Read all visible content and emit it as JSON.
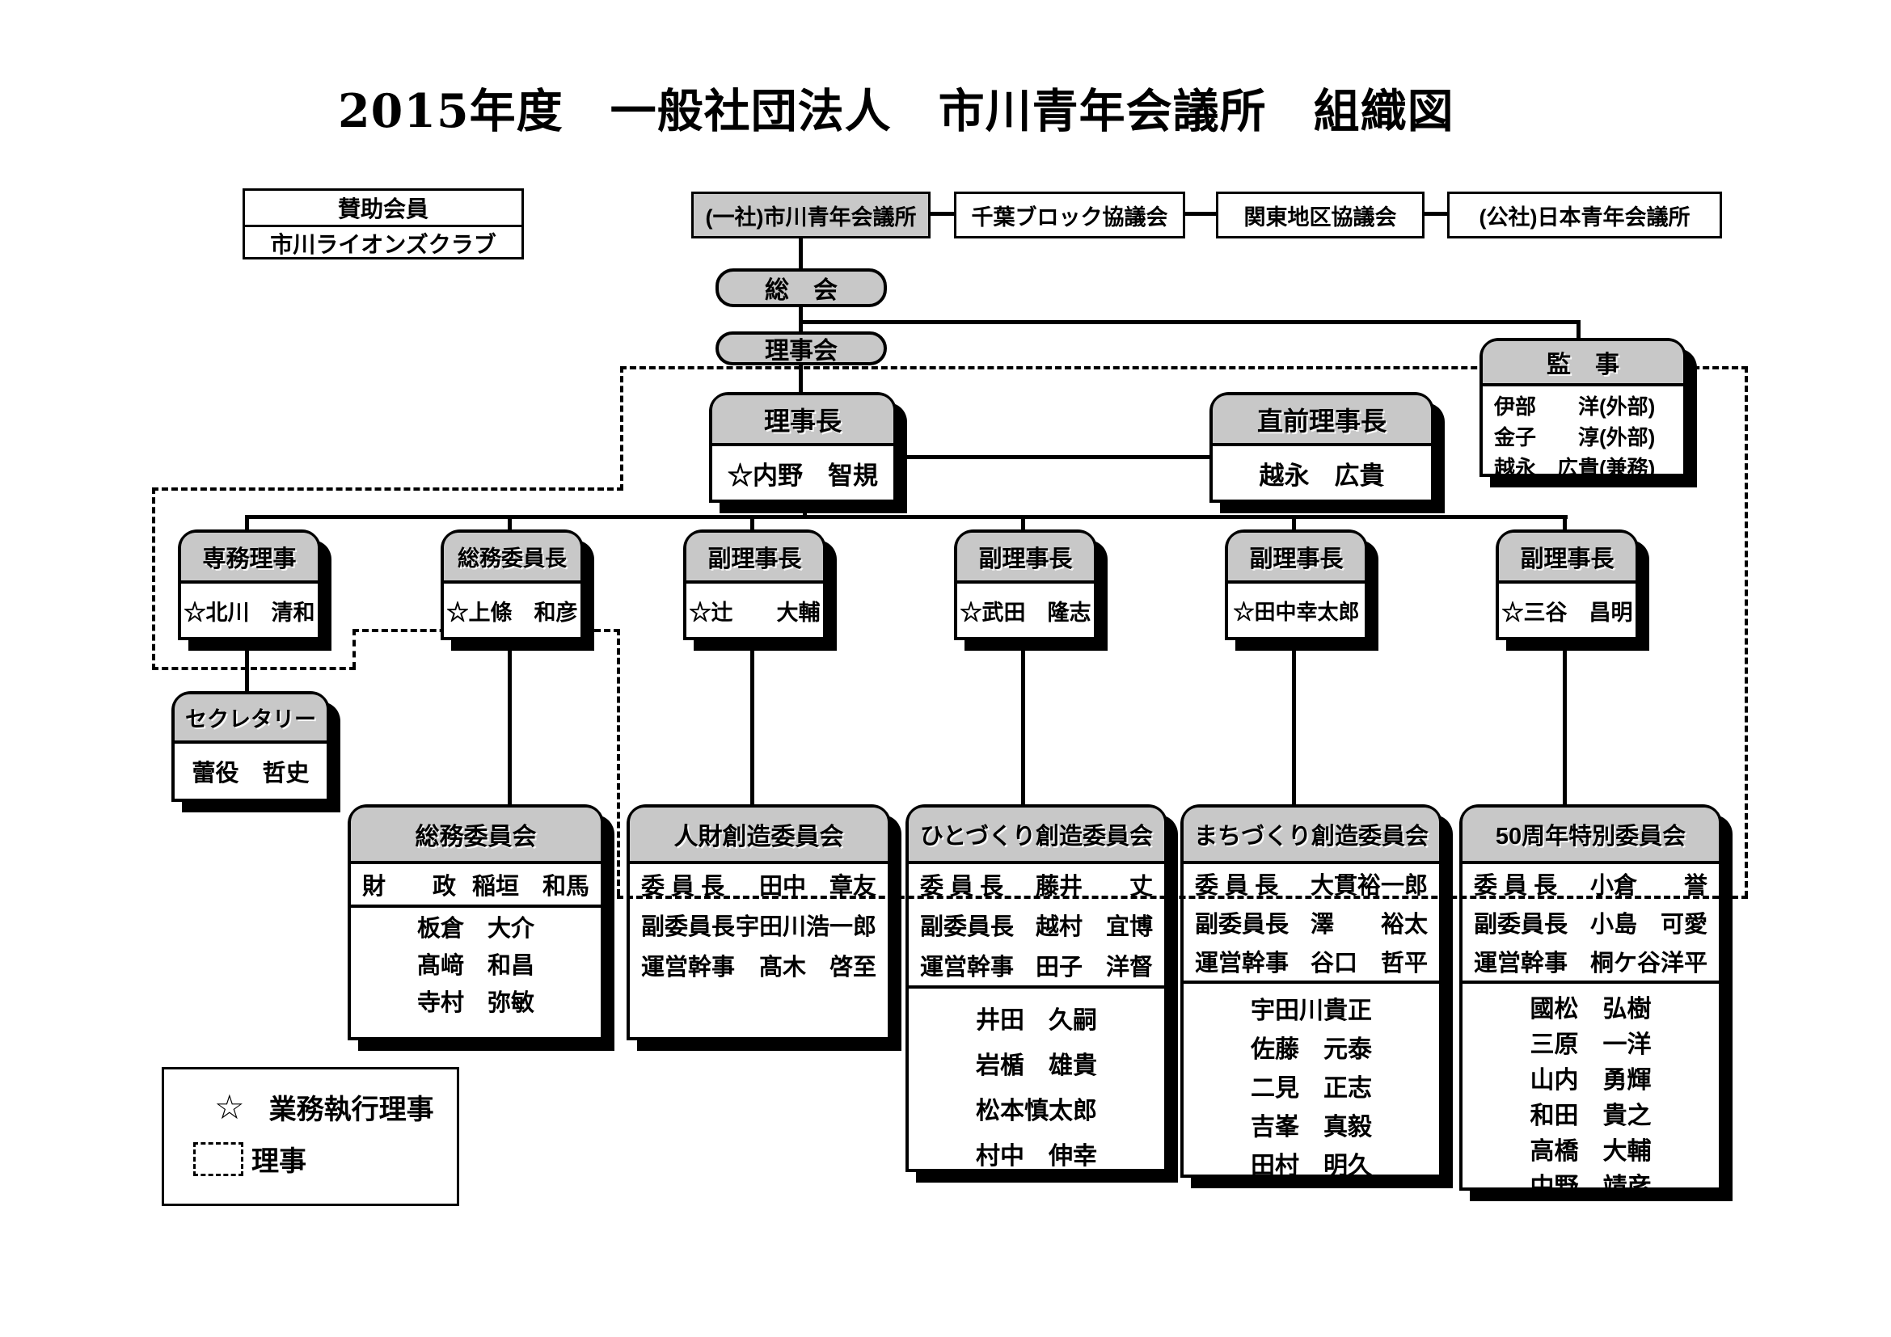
{
  "title": "2015年度　一般社団法人　市川青年会議所　組織図",
  "top": {
    "support": {
      "label": "賛助会員",
      "name": "市川ライオンズクラブ"
    },
    "jci_ichikawa": "(一社)市川青年会議所",
    "chiba_block": "千葉ブロック協議会",
    "kanto_district": "関東地区協議会",
    "jci_japan": "(公社)日本青年会議所"
  },
  "general_assembly": "総　会",
  "board": "理事会",
  "auditors": {
    "title": "監　事",
    "members": [
      "伊部　　洋(外部)",
      "金子　　淳(外部)",
      "越永　広貴(兼務)"
    ]
  },
  "president": {
    "title": "理事長",
    "name": "☆内野　智規"
  },
  "immediate_past_president": {
    "title": "直前理事長",
    "name": "越永　広貴"
  },
  "executives": [
    {
      "title": "専務理事",
      "name": "☆北川　清和"
    },
    {
      "title": "総務委員長",
      "name": "☆上條　和彦"
    },
    {
      "title": "副理事長",
      "name": "☆辻　　大輔"
    },
    {
      "title": "副理事長",
      "name": "☆武田　隆志"
    },
    {
      "title": "副理事長",
      "name": "☆田中幸太郎"
    },
    {
      "title": "副理事長",
      "name": "☆三谷　昌明"
    }
  ],
  "secretary": {
    "title": "セクレタリー",
    "name": "蕾役　哲史"
  },
  "committees": [
    {
      "title": "総務委員会",
      "rows": [
        {
          "role": "財　　政",
          "name": "稲垣　和馬"
        }
      ],
      "members": [
        "板倉　大介",
        "髙﨑　和昌",
        "寺村　弥敏"
      ]
    },
    {
      "title": "人財創造委員会",
      "rows": [
        {
          "role": "委 員 長",
          "name": "田中　章友"
        },
        {
          "role": "副委員長",
          "name": "宇田川浩一郎"
        },
        {
          "role": "運営幹事",
          "name": "髙木　啓至"
        }
      ],
      "members": []
    },
    {
      "title": "ひとづくり創造委員会",
      "rows": [
        {
          "role": "委 員 長",
          "name": "藤井　　丈"
        },
        {
          "role": "副委員長",
          "name": "越村　宜博"
        },
        {
          "role": "運営幹事",
          "name": "田子　洋督"
        }
      ],
      "members": [
        "井田　久嗣",
        "岩楯　雄貴",
        "松本慎太郎",
        "村中　伸幸"
      ]
    },
    {
      "title": "まちづくり創造委員会",
      "rows": [
        {
          "role": "委 員 長",
          "name": "大貫裕一郎"
        },
        {
          "role": "副委員長",
          "name": "澤　　裕太"
        },
        {
          "role": "運営幹事",
          "name": "谷口　哲平"
        }
      ],
      "members": [
        "宇田川貴正",
        "佐藤　元泰",
        "二見　正志",
        "吉峯　真毅",
        "田村　明久"
      ]
    },
    {
      "title": "50周年特別委員会",
      "rows": [
        {
          "role": "委 員 長",
          "name": "小倉　　誉"
        },
        {
          "role": "副委員長",
          "name": "小島　可愛"
        },
        {
          "role": "運営幹事",
          "name": "桐ケ谷洋平"
        }
      ],
      "members": [
        "國松　弘樹",
        "三原　一洋",
        "山内　勇輝",
        "和田　貴之",
        "高橋　大輔",
        "中野　靖彦"
      ]
    }
  ],
  "legend": {
    "star": "☆",
    "star_label": "業務執行理事",
    "box_label": "理事"
  },
  "colors": {
    "header_gray": "#c8c8c8",
    "line_black": "#000000"
  }
}
